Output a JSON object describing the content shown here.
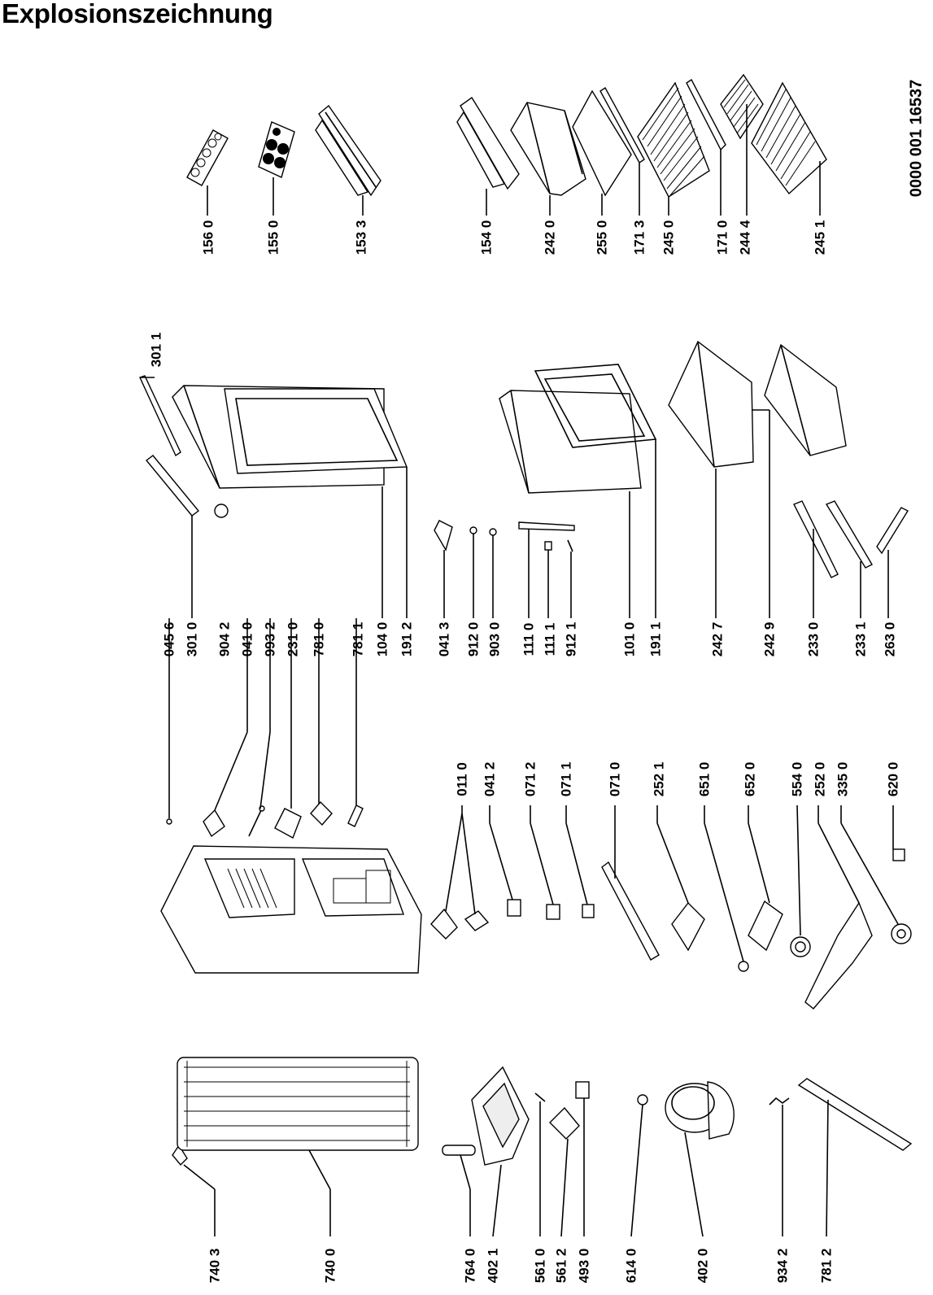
{
  "title": "Explosionszeichnung",
  "doc_number": "0000 001 16537",
  "labels": {
    "p156_0": "156 0",
    "p155_0": "155 0",
    "p153_3": "153 3",
    "p154_0": "154 0",
    "p242_0": "242 0",
    "p255_0": "255 0",
    "p171_3": "171 3",
    "p245_0": "245 0",
    "p171_0": "171 0",
    "p244_4": "244 4",
    "p245_1": "245 1",
    "p301_1": "301 1",
    "p045_6": "045 6",
    "p301_0": "301 0",
    "p904_2": "904 2",
    "p041_0": "041 0",
    "p993_2": "993 2",
    "p231_0": "231 0",
    "p781_0": "781 0",
    "p781_1": "781 1",
    "p104_0": "104 0",
    "p191_2": "191 2",
    "p041_3": "041 3",
    "p912_0": "912 0",
    "p903_0": "903 0",
    "p111_0": "111 0",
    "p111_1": "111 1",
    "p912_1": "912 1",
    "p101_0": "101 0",
    "p191_1": "191 1",
    "p242_7": "242 7",
    "p242_9": "242 9",
    "p233_0": "233 0",
    "p233_1": "233 1",
    "p263_0": "263 0",
    "p011_0": "011 0",
    "p041_2": "041 2",
    "p071_2": "071 2",
    "p071_1": "071 1",
    "p071_0": "071 0",
    "p252_1": "252 1",
    "p651_0": "651 0",
    "p652_0": "652 0",
    "p554_0": "554 0",
    "p252_0": "252 0",
    "p335_0": "335 0",
    "p620_0": "620 0",
    "p740_3": "740 3",
    "p740_0": "740 0",
    "p764_0": "764 0",
    "p402_1": "402 1",
    "p561_0": "561 0",
    "p561_2": "561 2",
    "p493_0": "493 0",
    "p614_0": "614 0",
    "p402_0": "402 0",
    "p934_2": "934 2",
    "p781_2": "781 2"
  }
}
